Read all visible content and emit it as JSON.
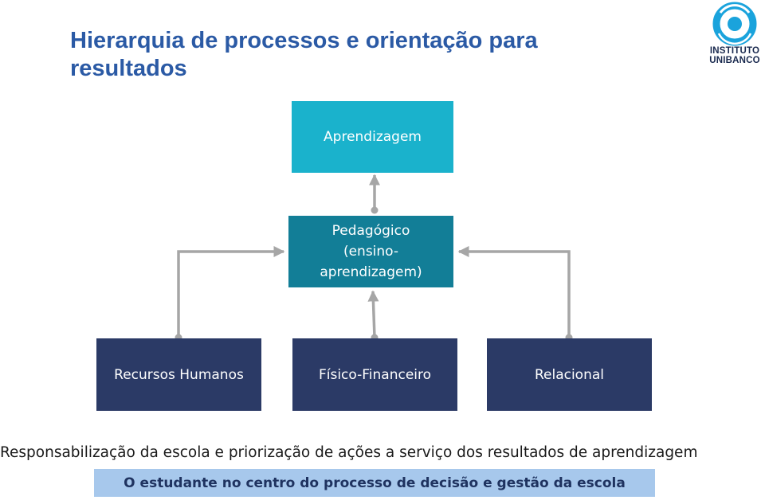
{
  "title": "Hierarquia de processos e orientação para resultados",
  "logo": {
    "line1": "INSTITUTO",
    "line2": "UNIBANCO",
    "primary_color": "#1aa3dc",
    "text_color": "#1a2a4f"
  },
  "nodes": {
    "top": "Aprendizagem",
    "middle": "Pedagógico\n(ensino-\naprendizagem)",
    "bottom": [
      "Recursos Humanos",
      "Físico-Financeiro",
      "Relacional"
    ]
  },
  "caption": "Responsabilização da escola e priorização de ações a serviço dos resultados de aprendizagem",
  "banner": "O estudante no centro do processo de decisão e gestão da escola",
  "colors": {
    "top_box": "#1ab2cc",
    "middle_box": "#127e97",
    "bottom_boxes": "#2b3a66",
    "connector": "#a6a6a6",
    "title": "#2b5aa5",
    "banner_bg": "#a7c8ec"
  }
}
